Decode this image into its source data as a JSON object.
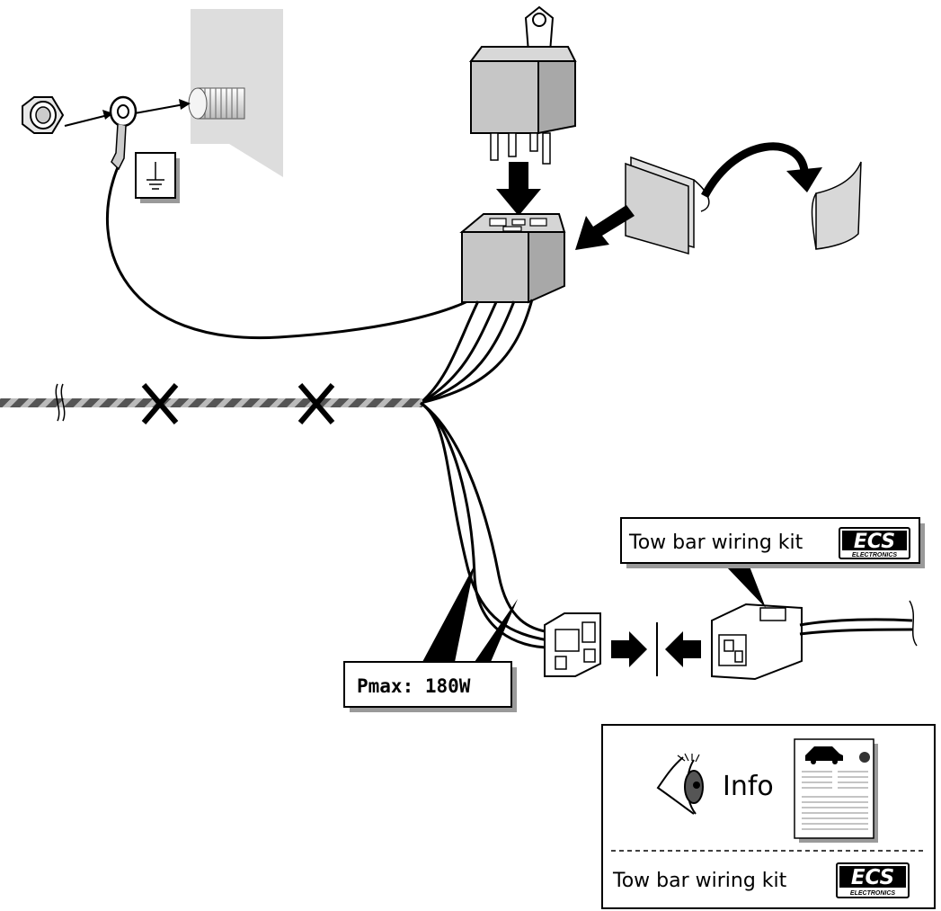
{
  "labels": {
    "pmax": "Pmax: 180W",
    "kit_top": "Tow bar wiring kit",
    "info": "Info",
    "kit_bottom": "Tow bar wiring kit"
  },
  "logo": {
    "name": "ECS",
    "subtitle": "ELECTRONICS"
  },
  "icons": [
    "nut-icon",
    "ring-terminal-icon",
    "ground-symbol-icon",
    "relay-icon",
    "relay-socket-icon",
    "adhesive-pad-icon",
    "connector-icon",
    "eye-icon",
    "manual-document-icon",
    "logo-icon"
  ],
  "colors": {
    "line": "#000000",
    "panel_gray": "#dddddd",
    "component_fill": "#cfcfcf",
    "shadow": "#9a9a9a"
  }
}
